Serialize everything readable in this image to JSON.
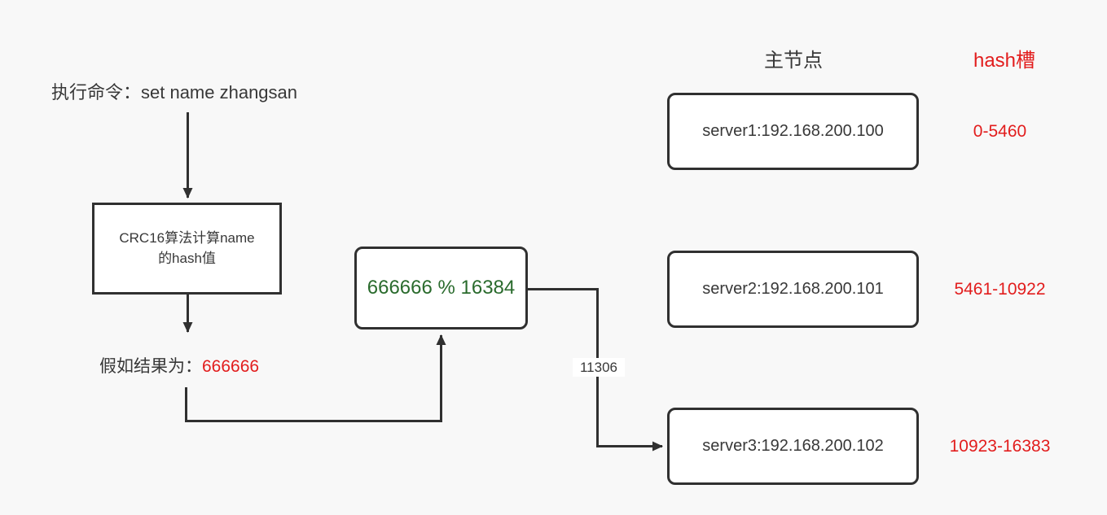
{
  "diagram": {
    "command_text": "执行命令：set name zhangsan",
    "crc_box": {
      "line1": "CRC16算法计算name",
      "line2": "的hash值"
    },
    "result": {
      "prefix": "假如结果为：",
      "value": "666666"
    },
    "mod_expression": "666666 % 16384",
    "edge_label": "11306",
    "column_headers": {
      "master": "主节点",
      "hash_slot": "hash槽"
    },
    "servers": [
      {
        "name": "server1:192.168.200.100",
        "slot_range": "0-5460"
      },
      {
        "name": "server2:192.168.200.101",
        "slot_range": "5461-10922"
      },
      {
        "name": "server3:192.168.200.102",
        "slot_range": "10923-16383"
      }
    ],
    "colors": {
      "background": "#f8f8f8",
      "line": "#303030",
      "text": "#383838",
      "accent_red": "#e21d1d",
      "accent_green": "#2a6b2d"
    }
  }
}
